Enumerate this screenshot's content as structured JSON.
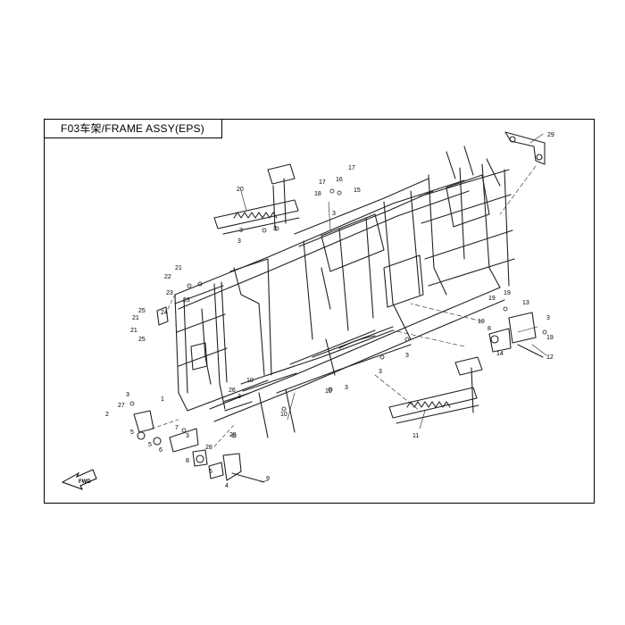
{
  "title": "F03车架/FRAME ASSY(EPS)",
  "fwd_label": "FWD",
  "callouts": [
    {
      "id": "c29",
      "label": "29"
    },
    {
      "id": "c20",
      "label": "20"
    },
    {
      "id": "c17a",
      "label": "17"
    },
    {
      "id": "c17b",
      "label": "17"
    },
    {
      "id": "c16",
      "label": "16"
    },
    {
      "id": "c18",
      "label": "18"
    },
    {
      "id": "c15",
      "label": "15"
    },
    {
      "id": "c3a",
      "label": "3"
    },
    {
      "id": "c3b",
      "label": "3"
    },
    {
      "id": "c3c",
      "label": "3"
    },
    {
      "id": "c3d",
      "label": "3"
    },
    {
      "id": "c22",
      "label": "22"
    },
    {
      "id": "c21a",
      "label": "21"
    },
    {
      "id": "c23a",
      "label": "23"
    },
    {
      "id": "c23b",
      "label": "23"
    },
    {
      "id": "c24",
      "label": "24"
    },
    {
      "id": "c25a",
      "label": "25"
    },
    {
      "id": "c25b",
      "label": "25"
    },
    {
      "id": "c21b",
      "label": "21"
    },
    {
      "id": "c21c",
      "label": "21"
    },
    {
      "id": "c19a",
      "label": "19"
    },
    {
      "id": "c19b",
      "label": "19"
    },
    {
      "id": "c19c",
      "label": "19"
    },
    {
      "id": "c19d",
      "label": "19"
    },
    {
      "id": "c13",
      "label": "13"
    },
    {
      "id": "c3e",
      "label": "3"
    },
    {
      "id": "c8a",
      "label": "8"
    },
    {
      "id": "c14",
      "label": "14"
    },
    {
      "id": "c12",
      "label": "12"
    },
    {
      "id": "c3f",
      "label": "3"
    },
    {
      "id": "c3g",
      "label": "3"
    },
    {
      "id": "c3h",
      "label": "3"
    },
    {
      "id": "c26",
      "label": "26"
    },
    {
      "id": "c10a",
      "label": "10"
    },
    {
      "id": "c10b",
      "label": "10"
    },
    {
      "id": "c10c",
      "label": "10"
    },
    {
      "id": "c3i",
      "label": "3"
    },
    {
      "id": "c27",
      "label": "27"
    },
    {
      "id": "c2",
      "label": "2"
    },
    {
      "id": "c3j",
      "label": "3"
    },
    {
      "id": "c1",
      "label": "1"
    },
    {
      "id": "c5a",
      "label": "5"
    },
    {
      "id": "c5b",
      "label": "5"
    },
    {
      "id": "c6",
      "label": "6"
    },
    {
      "id": "c7",
      "label": "7"
    },
    {
      "id": "c3k",
      "label": "3"
    },
    {
      "id": "c8b",
      "label": "8"
    },
    {
      "id": "c28a",
      "label": "28"
    },
    {
      "id": "c28b",
      "label": "28"
    },
    {
      "id": "c9",
      "label": "9"
    },
    {
      "id": "c4",
      "label": "4"
    },
    {
      "id": "c5c",
      "label": "5"
    },
    {
      "id": "c11",
      "label": "11"
    }
  ]
}
